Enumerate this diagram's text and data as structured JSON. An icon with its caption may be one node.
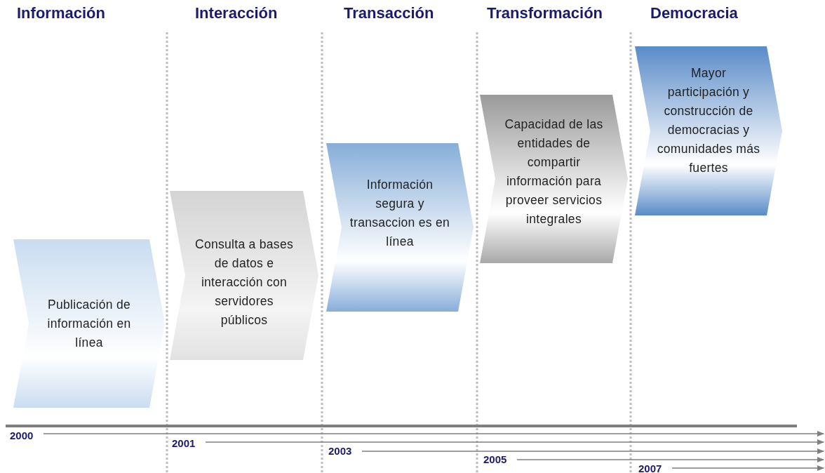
{
  "diagram": {
    "nodes": [
      {
        "text": [
          "Publicación de información en línea"
        ]
      },
      {
        "text": [
          "Consulta a bases de datos e interacción con servidores públicos"
        ]
      },
      {
        "text": [
          "Información segura y transaccion es en línea"
        ]
      },
      {
        "text": [
          "Capacidad de las entidades de compartir información para proveer servicios integrales"
        ]
      },
      {
        "text": [
          "Mayor participación y construcción de democracias y comunidades más fuertes"
        ]
      },
      {
        "text": [
          "2000"
        ]
      },
      {
        "text": [
          "2001"
        ]
      },
      {
        "text": [
          "2003"
        ]
      },
      {
        "text": [
          "2005"
        ]
      },
      {
        "text": [
          "2007"
        ]
      }
    ],
    "edges": [
      {
        "from": 5,
        "to": null,
        "arrow": "to"
      },
      {
        "from": 6,
        "to": null,
        "arrow": "to"
      },
      {
        "from": 7,
        "to": null,
        "arrow": "to"
      },
      {
        "from": 8,
        "to": null,
        "arrow": "to"
      },
      {
        "from": 9,
        "to": null,
        "arrow": "to"
      }
    ],
    "labels": [
      "Información",
      "Interacción",
      "Transacción",
      "Transformación",
      "Democracia"
    ]
  }
}
